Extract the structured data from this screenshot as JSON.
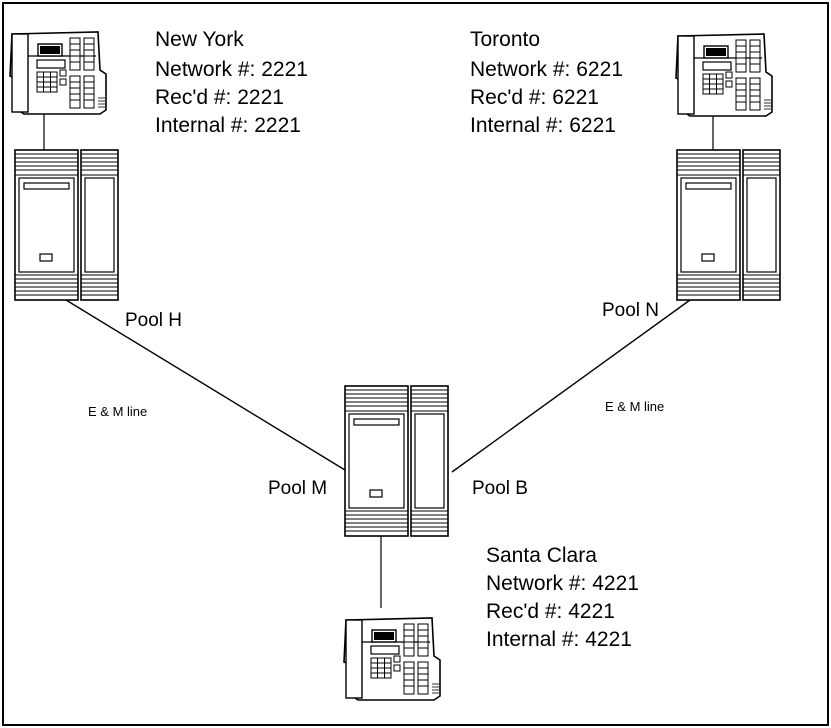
{
  "sites": [
    {
      "name": "New York",
      "network_label": "Network #:",
      "network_number": "2221",
      "recd_label": "Rec'd #:",
      "recd_number": "2221",
      "internal_label": "Internal #:",
      "internal_number": "2221"
    },
    {
      "name": "Toronto",
      "network_label": "Network #:",
      "network_number": "6221",
      "recd_label": "Rec'd #:",
      "recd_number": "6221",
      "internal_label": "Internal #:",
      "internal_number": "6221"
    },
    {
      "name": "Santa Clara",
      "network_label": "Network #:",
      "network_number": "4221",
      "recd_label": "Rec'd #:",
      "recd_number": "4221",
      "internal_label": "Internal #:",
      "internal_number": "4221"
    }
  ],
  "pools": {
    "new_york": "Pool H",
    "toronto": "Pool N",
    "santa_clara_left": "Pool M",
    "santa_clara_right": "Pool B"
  },
  "links": {
    "left": "E & M line",
    "right": "E & M line"
  },
  "icons": {
    "telephone": "telephone-icon",
    "system_unit": "ksu-cabinet-icon"
  },
  "colors": {
    "line": "#000000",
    "background": "#ffffff"
  }
}
